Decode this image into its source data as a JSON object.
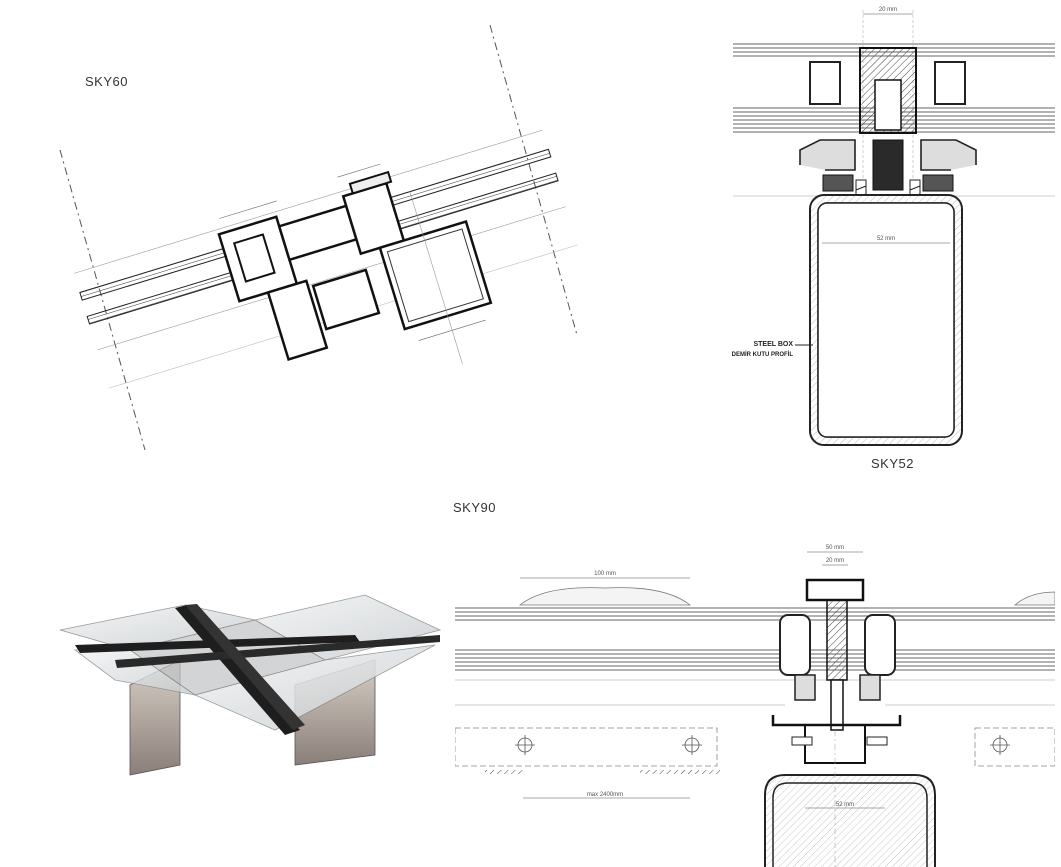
{
  "titles": {
    "sky60": "SKY60",
    "sky52": "SKY52",
    "sky90": "SKY90"
  },
  "sky52": {
    "dim_top": "20 mm",
    "dim_box": "52 mm",
    "steel_box_en": "STEEL BOX",
    "steel_box_tr": "DEMİR KUTU PROFİL"
  },
  "sky90": {
    "dim_outer": "50 mm",
    "dim_inner": "20 mm",
    "dim_pitch": "100 mm",
    "dim_gap": "max 2400mm",
    "dim_bottom": "52 mm"
  },
  "colors": {
    "line": "#222222",
    "hatch": "#444444",
    "glass": "#d9dde0",
    "render_frame": "#1e1e1e"
  }
}
